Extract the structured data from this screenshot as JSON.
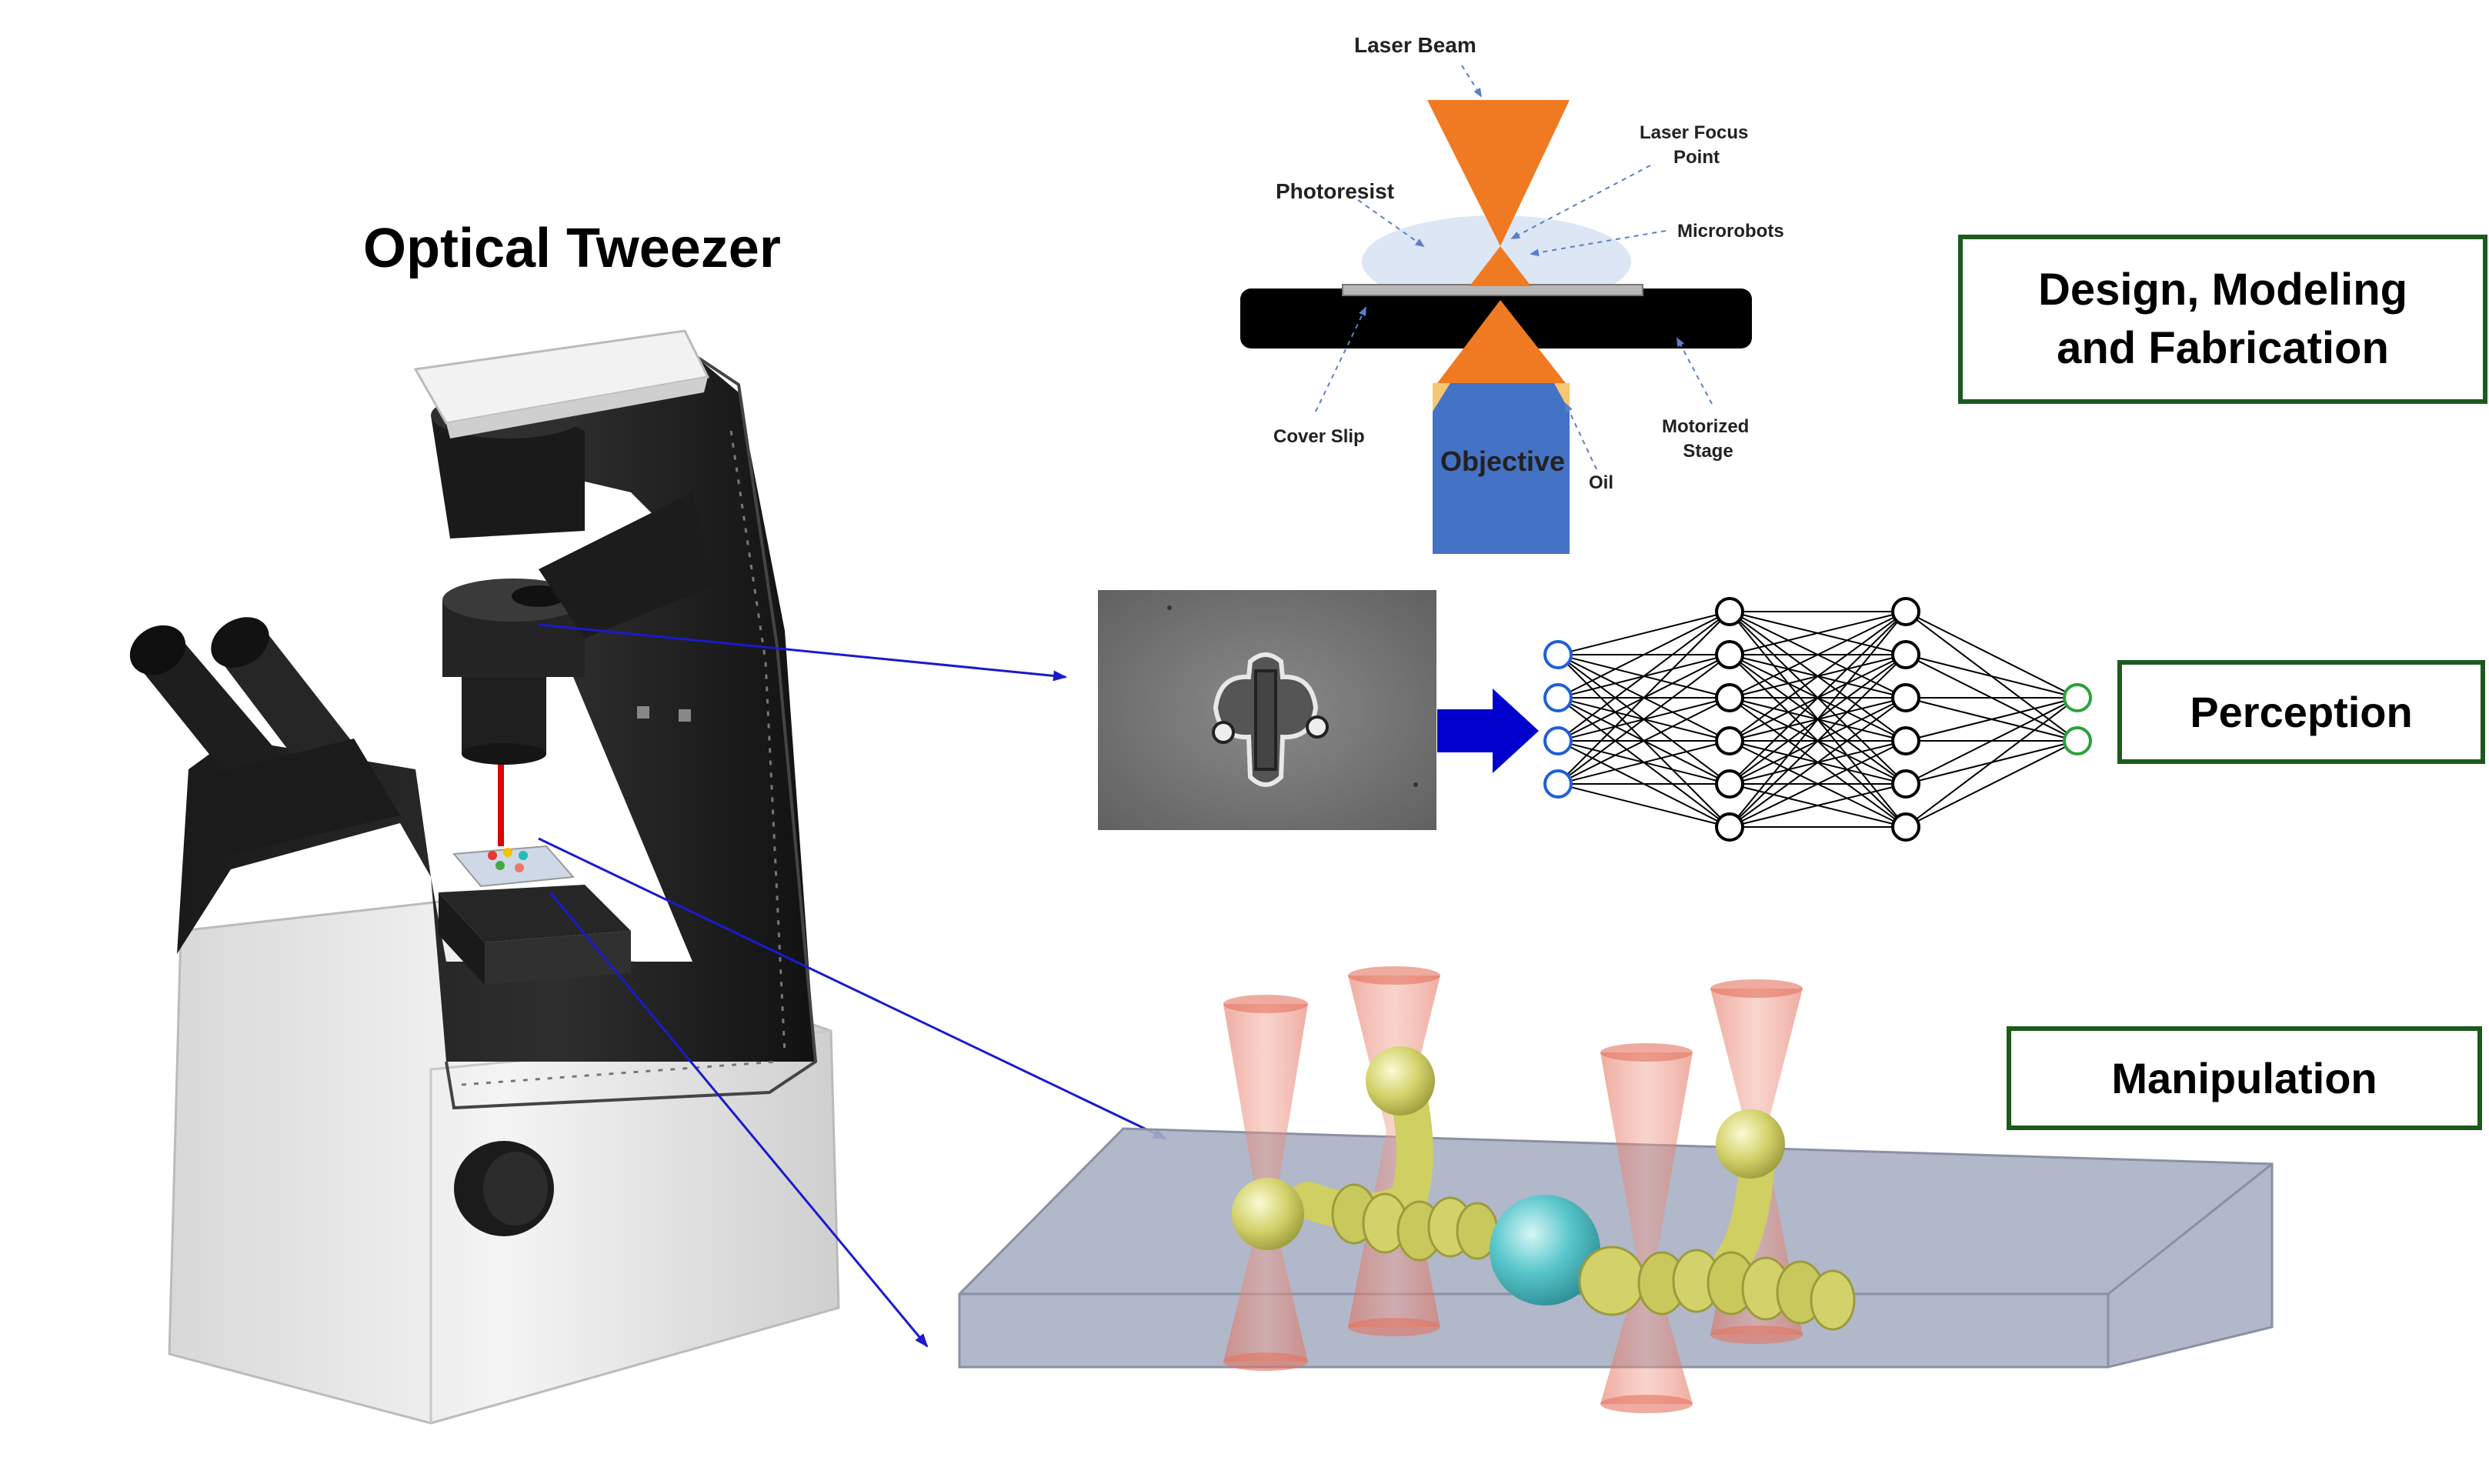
{
  "title": "Optical Tweezer",
  "fabrication_diagram": {
    "laser_beam": "Laser Beam",
    "laser_focus_point": "Laser Focus Point",
    "photoresist": "Photoresist",
    "microrobots": "Microrobots",
    "cover_slip": "Cover Slip",
    "objective": "Objective",
    "oil": "Oil",
    "motorized_stage": "Motorized Stage"
  },
  "stages": {
    "design": "Design, Modeling and Fabrication",
    "perception": "Perception",
    "manipulation": "Manipulation"
  },
  "colors": {
    "box_border": "#1d5a1d",
    "arrow": "#1a1acc",
    "laser_orange": "#f07a22",
    "objective_blue": "#4472c4",
    "glass_slab": "#a9b0c4",
    "trap_cone": "#e5735f",
    "robot_yellow": "#d9d86a",
    "bead_cyan": "#4fc3c8"
  },
  "neural_network": {
    "input_nodes": 4,
    "hidden_layers": [
      6,
      6
    ],
    "output_nodes": 2
  }
}
